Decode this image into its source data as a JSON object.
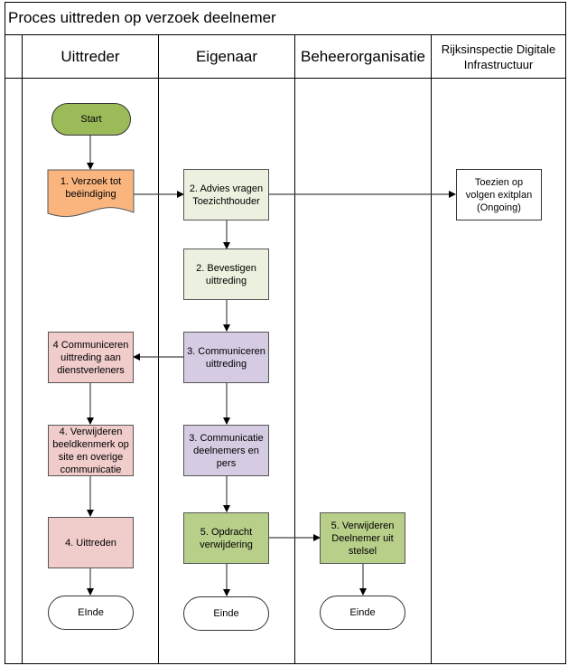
{
  "diagram": {
    "title": "Proces uittreden op verzoek deelnemer",
    "lanes": [
      {
        "id": "uittreder",
        "label": "Uittreder"
      },
      {
        "id": "eigenaar",
        "label": "Eigenaar"
      },
      {
        "id": "beheerorganisatie",
        "label": "Beheerorganisatie"
      },
      {
        "id": "rdi",
        "label": "Rijksinspectie Digitale Infrastructuur"
      }
    ],
    "nodes": {
      "start": {
        "label": "Start",
        "lane": "uittreder",
        "shape": "terminal",
        "fill": "#9bbb59"
      },
      "verzoek": {
        "label": "1. Verzoek tot beëindiging",
        "lane": "uittreder",
        "shape": "document",
        "fill": "#fab57f"
      },
      "advies": {
        "label": "2. Advies vragen Toezichthouder",
        "lane": "eigenaar",
        "shape": "process",
        "fill": "#ebf1de"
      },
      "toezien": {
        "label": "Toezien op volgen exitplan (Ongoing)",
        "lane": "rdi",
        "shape": "process",
        "fill": "#ffffff"
      },
      "bevestigen": {
        "label": "2. Bevestigen uittreding",
        "lane": "eigenaar",
        "shape": "process",
        "fill": "#ebf1de"
      },
      "comm_uittreding": {
        "label": "3. Communiceren uittreding",
        "lane": "eigenaar",
        "shape": "process",
        "fill": "#d5cce3"
      },
      "comm_dienst": {
        "label": "4 Communiceren uittreding aan dienstverleners",
        "lane": "uittreder",
        "shape": "process",
        "fill": "#f0cccb"
      },
      "comm_pers": {
        "label": "3. Communicatie deelnemers en pers",
        "lane": "eigenaar",
        "shape": "process",
        "fill": "#d5cce3"
      },
      "verwijderen_beeld": {
        "label": "4. Verwijderen beeldkenmerk op site en overige communicatie",
        "lane": "uittreder",
        "shape": "process",
        "fill": "#f0cccb"
      },
      "opdracht": {
        "label": "5. Opdracht verwijdering",
        "lane": "eigenaar",
        "shape": "process",
        "fill": "#b8cf8a"
      },
      "verwijderen_deelnemer": {
        "label": "5. Verwijderen Deelnemer uit stelsel",
        "lane": "beheerorganisatie",
        "shape": "process",
        "fill": "#b8cf8a"
      },
      "uittreden": {
        "label": "4. Uittreden",
        "lane": "uittreder",
        "shape": "process",
        "fill": "#f0cccb"
      },
      "einde1": {
        "label": "EInde",
        "lane": "uittreder",
        "shape": "terminal",
        "fill": "#ffffff"
      },
      "einde2": {
        "label": "Einde",
        "lane": "eigenaar",
        "shape": "terminal",
        "fill": "#ffffff"
      },
      "einde3": {
        "label": "Einde",
        "lane": "beheerorganisatie",
        "shape": "terminal",
        "fill": "#ffffff"
      }
    },
    "edges": [
      {
        "from": "start",
        "to": "verzoek"
      },
      {
        "from": "verzoek",
        "to": "advies"
      },
      {
        "from": "advies",
        "to": "toezien"
      },
      {
        "from": "advies",
        "to": "bevestigen"
      },
      {
        "from": "bevestigen",
        "to": "comm_uittreding"
      },
      {
        "from": "comm_uittreding",
        "to": "comm_dienst"
      },
      {
        "from": "comm_uittreding",
        "to": "comm_pers"
      },
      {
        "from": "comm_dienst",
        "to": "verwijderen_beeld"
      },
      {
        "from": "verwijderen_beeld",
        "to": "uittreden"
      },
      {
        "from": "comm_pers",
        "to": "opdracht"
      },
      {
        "from": "opdracht",
        "to": "verwijderen_deelnemer"
      },
      {
        "from": "uittreden",
        "to": "einde1"
      },
      {
        "from": "opdracht",
        "to": "einde2"
      },
      {
        "from": "verwijderen_deelnemer",
        "to": "einde3"
      }
    ]
  }
}
